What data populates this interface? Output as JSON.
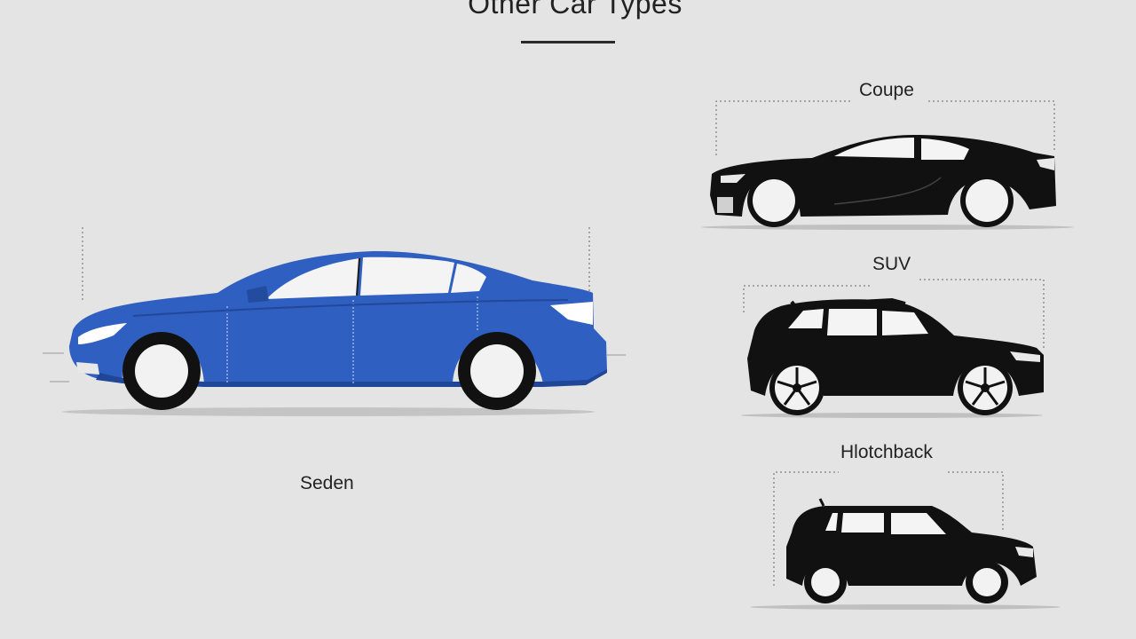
{
  "page": {
    "title": "Other Car Types"
  },
  "cars": {
    "sedan": {
      "label": "Seden",
      "color": "#2f5fc0"
    },
    "coupe": {
      "label": "Coupe",
      "color": "#111111"
    },
    "suv": {
      "label": "SUV",
      "color": "#111111"
    },
    "hatchback": {
      "label": "Hlotchback",
      "color": "#111111"
    }
  }
}
